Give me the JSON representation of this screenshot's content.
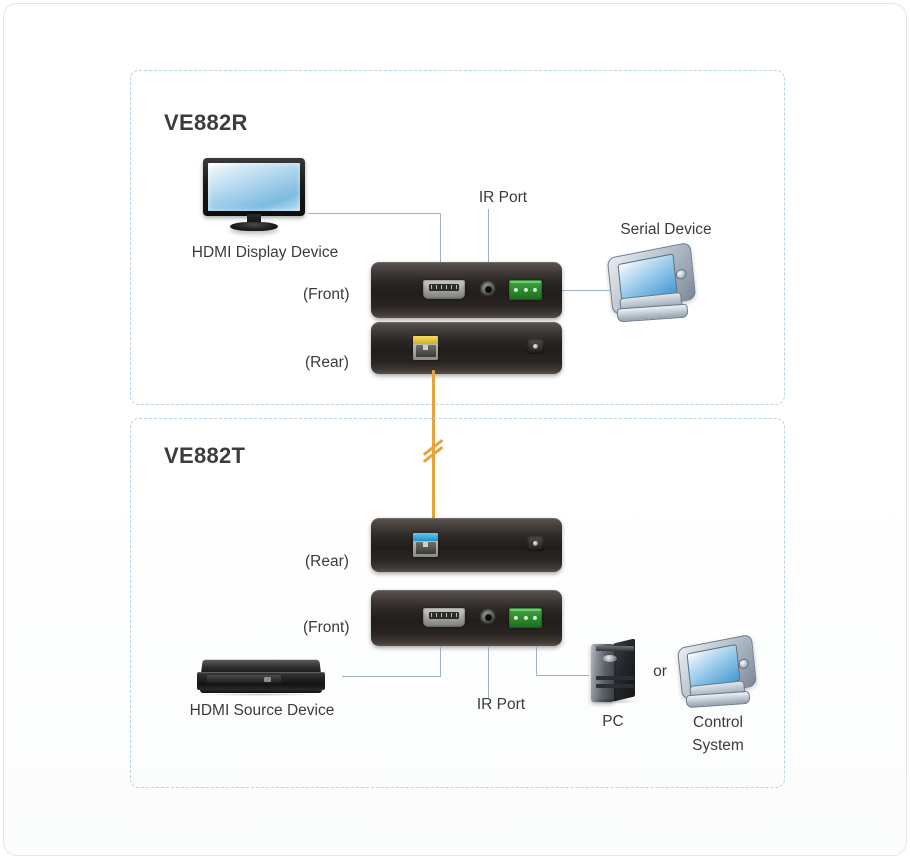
{
  "diagram": {
    "title_receiver": "VE882R",
    "title_transmitter": "VE882T",
    "receiver": {
      "panel_front_label": "(Front)",
      "panel_rear_label": "(Rear)",
      "display_device_label": "HDMI Display Device",
      "ir_port_label": "IR Port",
      "serial_device_label": "Serial Device",
      "ports": {
        "hdmi": "hdmi-port",
        "ir": "ir-jack",
        "serial": "serial-terminal-block",
        "rj45": "rj45-jack",
        "power": "dc-power-jack"
      }
    },
    "transmitter": {
      "panel_rear_label": "(Rear)",
      "panel_front_label": "(Front)",
      "source_device_label": "HDMI Source Device",
      "ir_port_label": "IR Port",
      "pc_label": "PC",
      "or_label": "or",
      "control_system_label": "Control System",
      "control_system_line1": "Control",
      "control_system_line2": "System",
      "ports": {
        "hdmi": "hdmi-port",
        "ir": "ir-jack",
        "serial": "serial-terminal-block",
        "rj45": "rj45-jack",
        "power": "dc-power-jack"
      }
    },
    "cable": {
      "type": "cat5e-cable",
      "color": "#e8a33d",
      "break_marker": "distance-break"
    },
    "colors": {
      "group_border": "#b9d3e4",
      "leader_line": "#9cb3bf",
      "cable": "#e8a33d",
      "serial_green": "#2d8c2e",
      "rj45_receiver_cap": "#e8c53a",
      "rj45_transmitter_cap": "#3aaee0",
      "text": "#3b3b3b"
    }
  }
}
